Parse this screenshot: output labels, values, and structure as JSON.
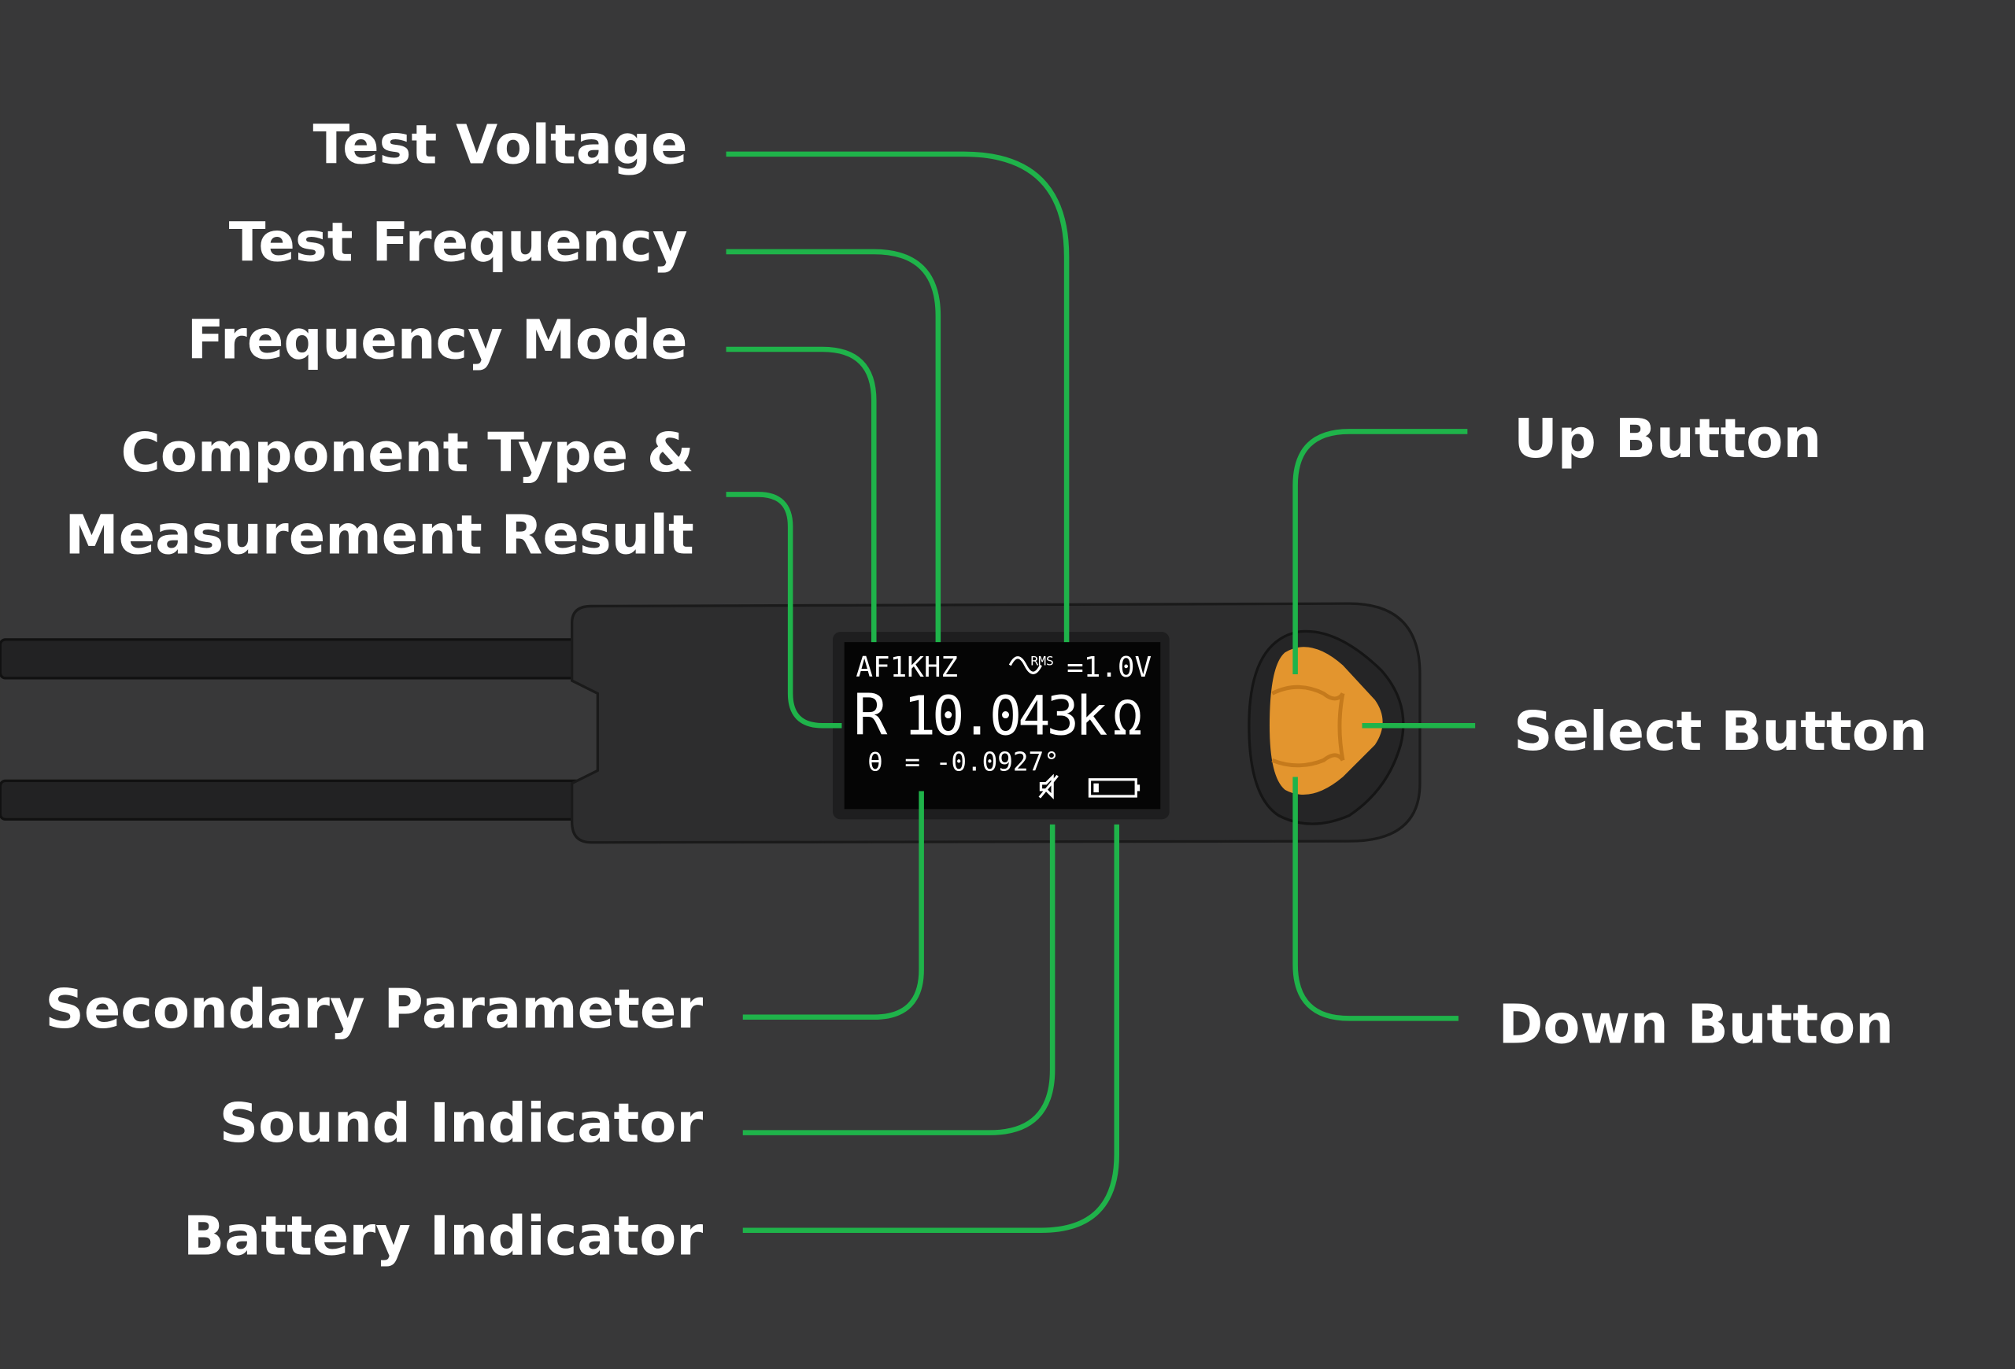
{
  "labels": {
    "test_voltage": "Test Voltage",
    "test_frequency": "Test Frequency",
    "frequency_mode": "Frequency Mode",
    "component_type_line1": "Component Type &",
    "component_type_line2": "Measurement Result",
    "secondary_parameter": "Secondary Parameter",
    "sound_indicator": "Sound Indicator",
    "battery_indicator": "Battery Indicator",
    "up_button": "Up Button",
    "select_button": "Select Button",
    "down_button": "Down Button"
  },
  "display": {
    "frequency_mode": "AF",
    "frequency": "1KHZ",
    "rms_label": "RMS",
    "voltage": "=1.0V",
    "component_type": "R",
    "value": "10.043k",
    "unit": "Ω",
    "secondary_symbol": "θ",
    "secondary_value": "= -0.0927°",
    "sound": "muted",
    "battery_level": 0.1
  },
  "colors": {
    "background": "#383839",
    "leader_line": "#1fb34a",
    "button": "#e3952e",
    "body": "#2b2b2c"
  }
}
